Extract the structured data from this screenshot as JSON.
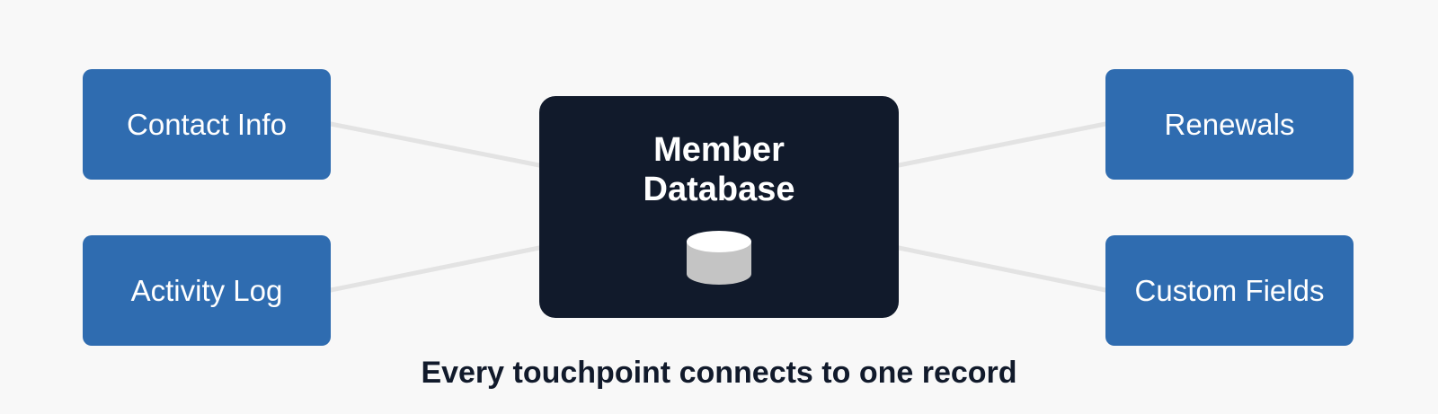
{
  "diagram": {
    "hub": {
      "title": "Member Database",
      "icon": "database-cylinder-icon"
    },
    "nodes": [
      {
        "id": "tl",
        "label": "Contact Info"
      },
      {
        "id": "bl",
        "label": "Activity Log"
      },
      {
        "id": "tr",
        "label": "Renewals"
      },
      {
        "id": "br",
        "label": "Custom Fields"
      }
    ],
    "caption": "Every touchpoint connects to one record"
  },
  "colors": {
    "background": "#f8f8f8",
    "node_fill": "#2f6cb0",
    "hub_fill": "#111a2b",
    "connector": "#e3e3e3",
    "icon_top": "#ffffff",
    "icon_body": "#c4c4c4",
    "caption_text": "#111a2b"
  }
}
